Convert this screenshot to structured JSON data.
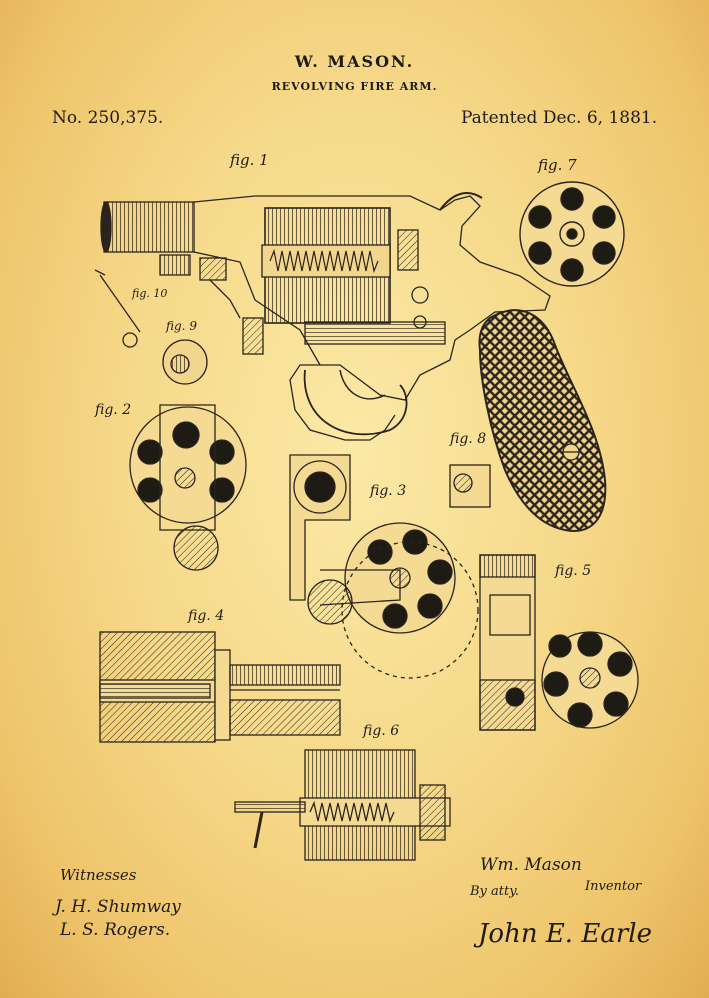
{
  "header": {
    "inventor": "W. MASON.",
    "title": "REVOLVING FIRE ARM.",
    "patent_no": "No. 250,375.",
    "patented": "Patented Dec. 6, 1881."
  },
  "figure_labels": {
    "fig1": "fig. 1",
    "fig2": "fig. 2",
    "fig3": "fig. 3",
    "fig4": "fig. 4",
    "fig5": "fig. 5",
    "fig6": "fig. 6",
    "fig7": "fig. 7",
    "fig8": "fig. 8",
    "fig9": "fig. 9",
    "fig10": "fig. 10"
  },
  "footer": {
    "witnesses_label": "Witnesses",
    "witness1": "J. H. Shumway",
    "witness2": "L. S. Rogers.",
    "inventor_signature": "Wm. Mason",
    "inventor_label": "Inventor",
    "by_atty": "By atty.",
    "attorney_signature": "John E. Earle"
  }
}
